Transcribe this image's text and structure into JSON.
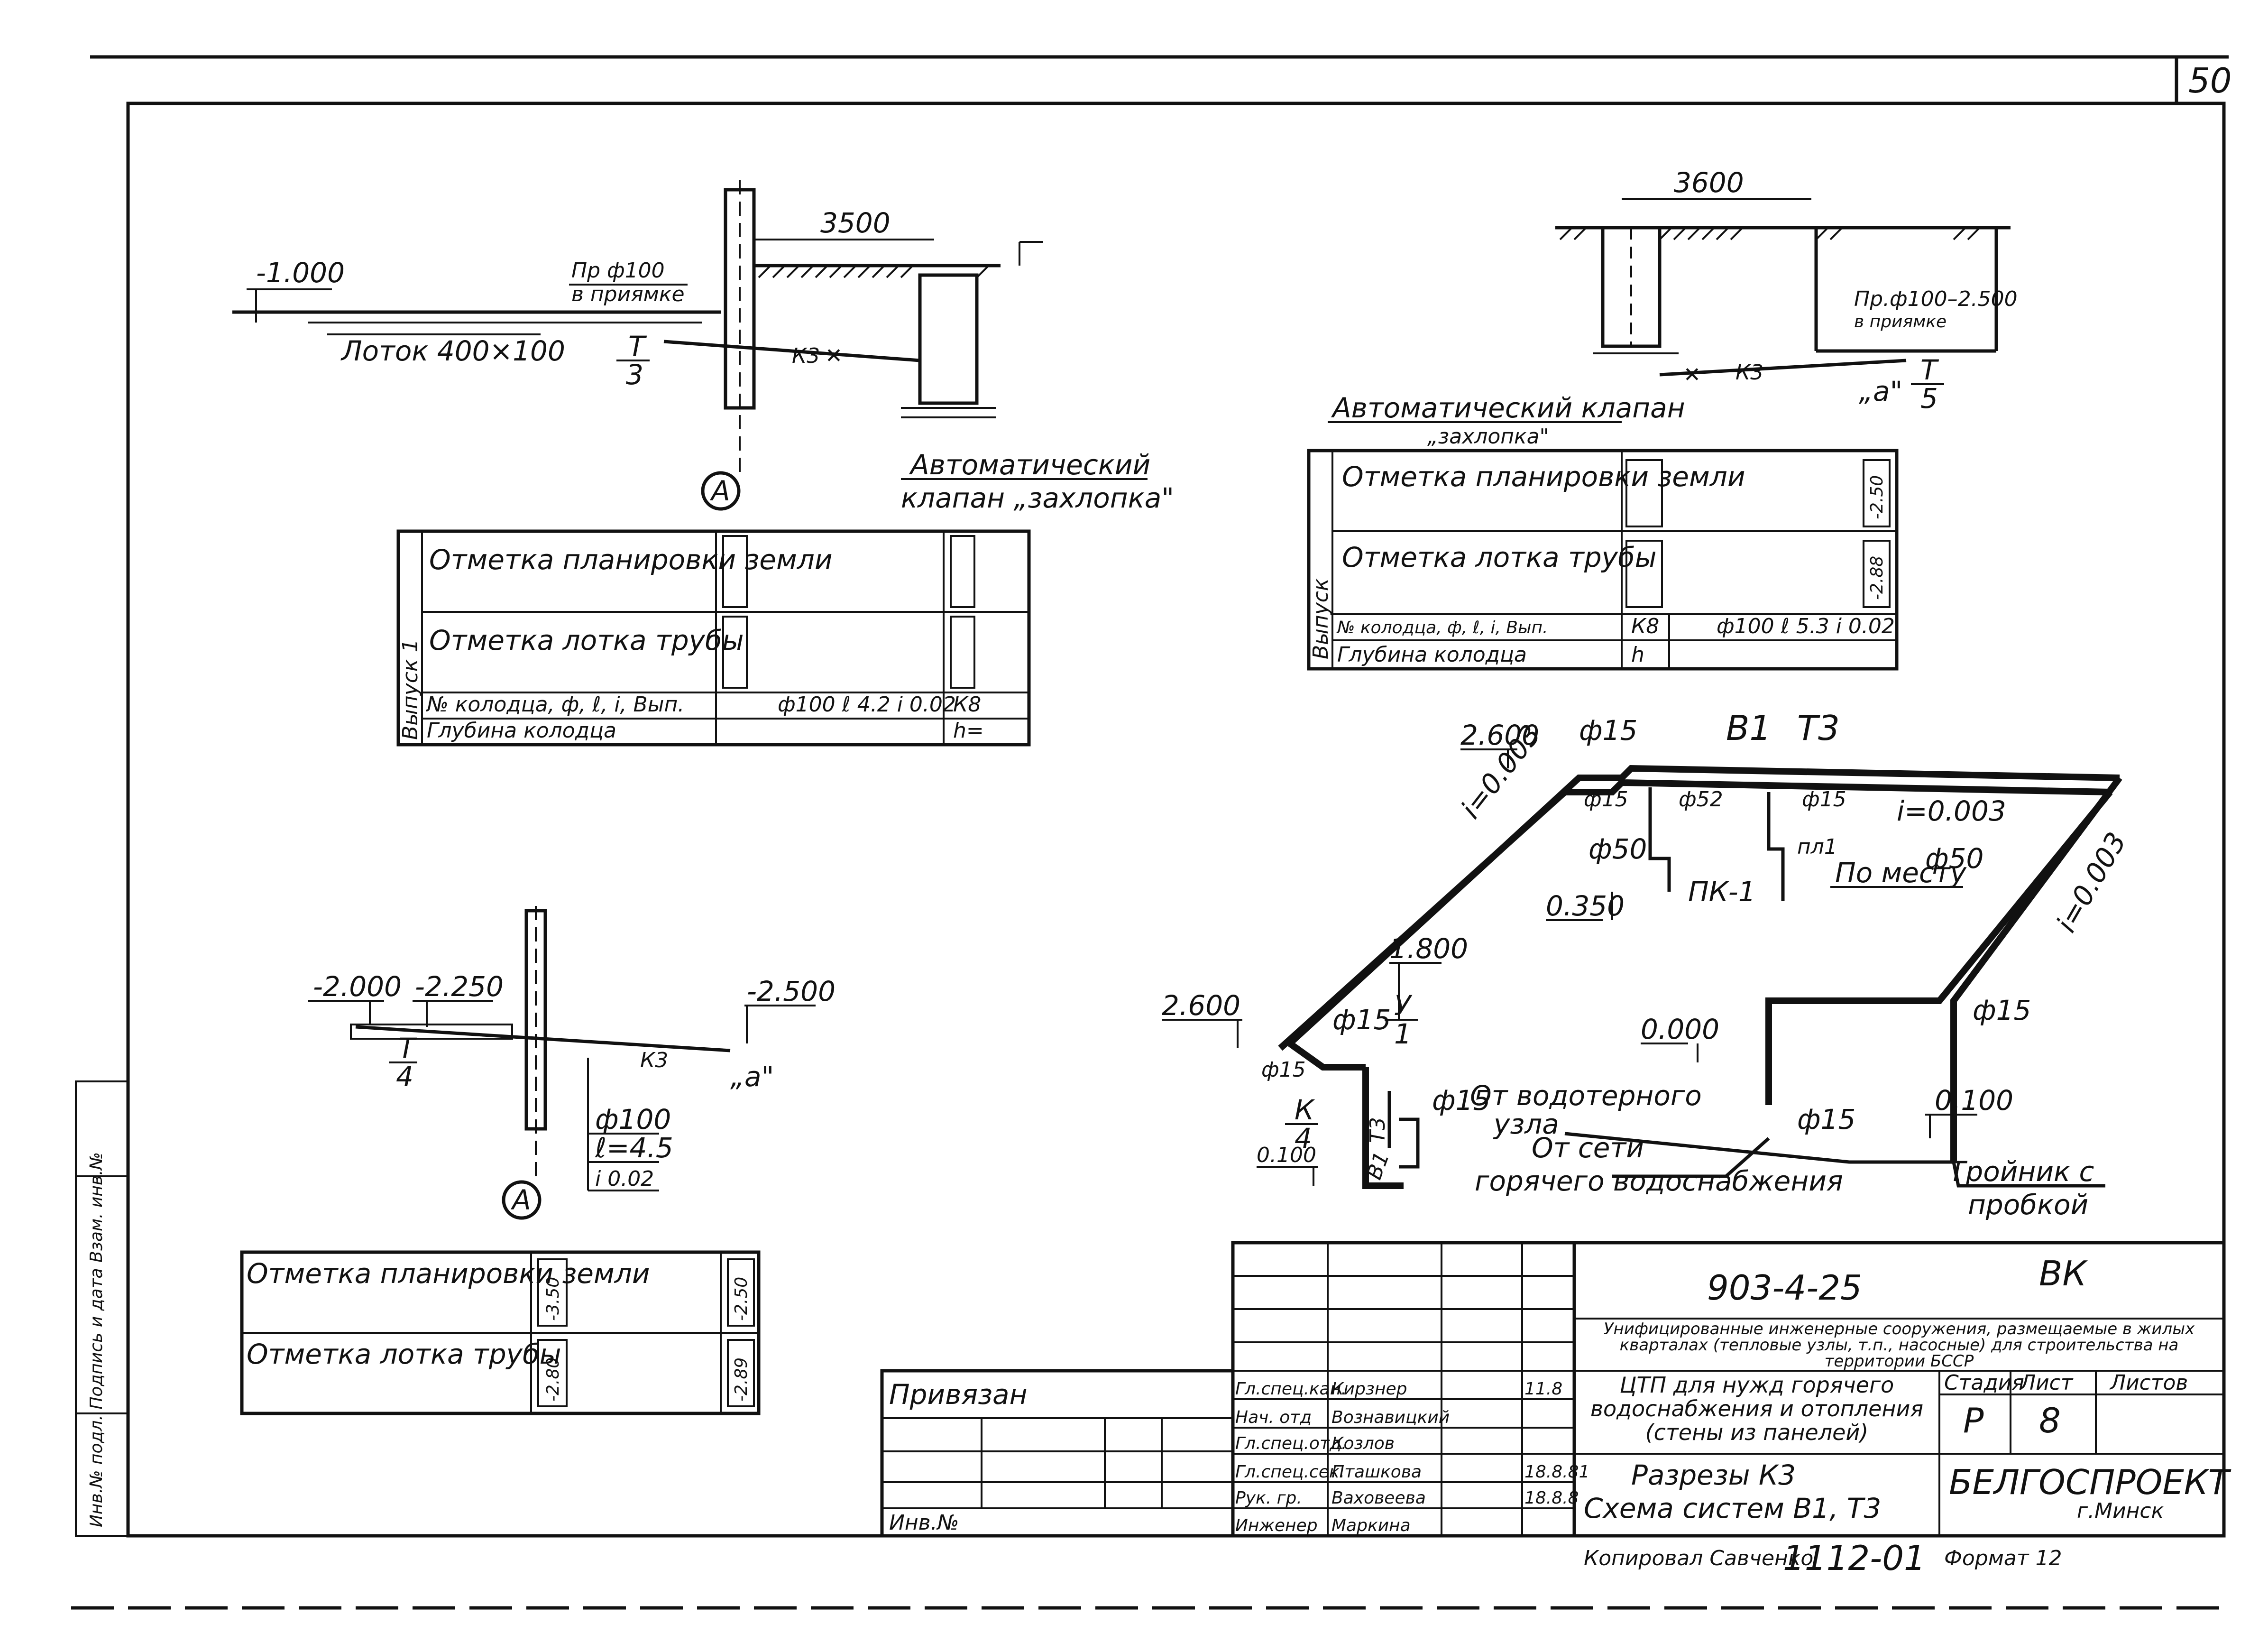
{
  "sheet": {
    "page_number": "50",
    "document_code": "903-4-25",
    "section": "ВК",
    "copied_by": "Копировал Савченко",
    "archive_number": "1112-01",
    "format": "Формат 12",
    "side_stamp": "Инв.№ подл.  Подпись и дата  Взам. инв.№"
  },
  "section1": {
    "level_left": "-1.000",
    "dim_top": "3500",
    "pipe_note_1": "Пр ф100",
    "pipe_note_2": "в приямке",
    "tray": "Лоток 400×100",
    "node_num": "Т",
    "node_den": "3",
    "pipe_label": "К3",
    "marker": "А",
    "valve_1": "Автоматический",
    "valve_2": "клапан „захлопка\""
  },
  "table1": {
    "side": "Выпуск 1",
    "row1": "Отметка планировки земли",
    "row2": "Отметка лотка трубы",
    "row3_label": "№ колодца, ф, ℓ, i, Вып.",
    "row3_value": "ф100  ℓ 4.2  i 0.02",
    "row3_end": "К8",
    "row4_label": "Глубина колодца",
    "row4_end": "h="
  },
  "section2": {
    "dim_top": "3600",
    "pipe_note_1": "Пр.ф100–2.500",
    "pipe_note_2": "в приямке",
    "pipe_label": "К3",
    "node_point": "„а\"",
    "node_num": "Т",
    "node_den": "5",
    "valve_1": "Автоматический клапан",
    "valve_2": "„захлопка\""
  },
  "table2": {
    "side": "Выпуск",
    "row1": "Отметка планировки земли",
    "row1_value": "-2.50",
    "row2": "Отметка лотка трубы",
    "row2_value": "-2.88",
    "row3_label": "№ колодца, ф, ℓ, i, Вып.",
    "row3_mid": "К8",
    "row3_value": "ф100  ℓ 5.3  i 0.02",
    "row4_label": "Глубина колодца",
    "row4_mid": "h"
  },
  "section3": {
    "level_1": "-2.000",
    "level_2": "-2.250",
    "level_3": "-2.500",
    "node_num": "Т",
    "node_den": "4",
    "pipe_label": "К3",
    "node_point": "„а\"",
    "diameter": "ф100",
    "length": "ℓ=4.5",
    "slope": "i 0.02",
    "marker": "А"
  },
  "table3": {
    "row1": "Отметка планировки земли",
    "row1_value_a": "-3.50",
    "row1_value_b": "-2.50",
    "row2": "Отметка лотка трубы",
    "row2_value_a": "-2.80",
    "row2_value_b": "-2.89"
  },
  "scheme": {
    "title_b1": "В1",
    "title_t3": "Т3",
    "lvl_2600_a": "2.600",
    "lvl_2600_b": "2.600",
    "lvl_1800": "1.800",
    "lvl_0350": "0.350",
    "lvl_0000": "0.000",
    "lvl_0100_a": "0.100",
    "lvl_0100_b": "0.100",
    "d15_a": "ф15",
    "d15_b": "ф15",
    "d15_c": "ф15",
    "d15_d": "ф15",
    "d15_e": "ф15",
    "d15_f": "ф15",
    "d15_g": "ф15",
    "d15_h": "ф15",
    "d52": "ф52",
    "d50_a": "ф50",
    "d50_b": "ф50",
    "slope_a": "i=0.003",
    "slope_b": "i=0.003",
    "slope_c": "i=0.003",
    "pk": "ПК-1",
    "pl": "пл1",
    "on_site": "По месту",
    "from_heater_1": "От водотерного",
    "from_heater_2": "узла",
    "from_net_1": "От сети",
    "from_net_2": "горячего водоснабжения",
    "tee_1": "Тройник с",
    "tee_2": "пробкой",
    "node_a_num": "У",
    "node_a_den": "1",
    "node_b_num": "К",
    "node_b_den": "4",
    "lbl_t3": "Т3",
    "lbl_b1": "В1"
  },
  "title_block": {
    "bound": "Привязан",
    "inv": "Инв.№",
    "roles": [
      "Гл.спец.кан.",
      "Нач. отд",
      "Гл.спец.отд.",
      "Гл.спец.сек.",
      "Рук. гр.",
      "Инженер"
    ],
    "names": [
      "Кирзнер",
      "Вознавицкий",
      "Козлов",
      "Пташкова",
      "Ваховеева",
      "Маркина"
    ],
    "dates": [
      "11.8",
      "",
      "",
      "18.8.81",
      "18.8.8",
      ""
    ],
    "project_desc": "Унифицированные инженерные сооружения, размещаемые в жилых кварталах (тепловые узлы, т.п., насосные) для строительства на территории БССР",
    "sheet_title": "ЦТП для нужд горячего водоснабжения и отопления (стены из панелей)",
    "drawing_title_1": "Разрезы К3",
    "drawing_title_2": "Схема систем В1, Т3",
    "stage_hdr": "Стадия",
    "sheet_hdr": "Лист",
    "sheets_hdr": "Листов",
    "stage": "Р",
    "sheet_no": "8",
    "org": "БЕЛГОСПРОЕКТ",
    "city": "г.Минск"
  }
}
